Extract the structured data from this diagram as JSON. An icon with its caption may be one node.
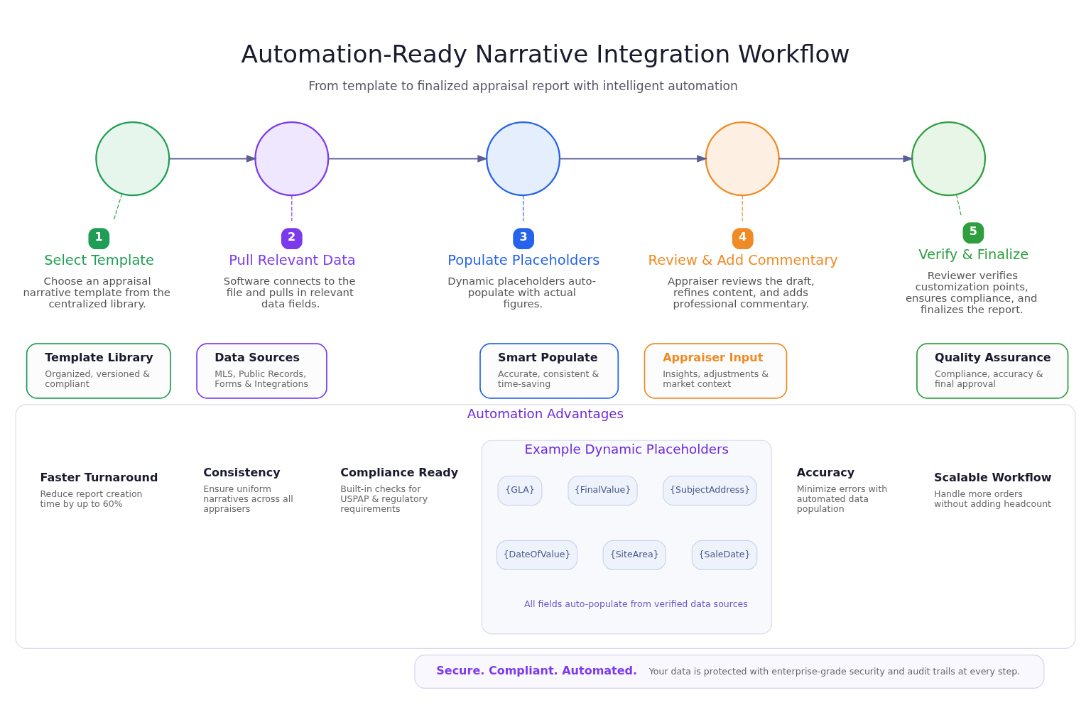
{
  "diagram": {
    "title": "Automation-Ready Narrative Integration Workflow",
    "nodes": [
      {
        "text": [],
        "shape": "circle"
      },
      {
        "text": [],
        "shape": "circle"
      },
      {
        "text": [],
        "shape": "circle"
      },
      {
        "text": [],
        "shape": "circle"
      },
      {
        "text": [],
        "shape": "circle"
      },
      {
        "text": [
          "1"
        ],
        "beside": [
          "Select Template",
          "Choose an appraisal narrative template from the centralized library."
        ]
      },
      {
        "text": [
          "2"
        ],
        "beside": [
          "Pull Relevant Data",
          "Software connects to the file and pulls in relevant data fields."
        ]
      },
      {
        "text": [
          "3"
        ],
        "beside": [
          "Populate Placeholders",
          "Dynamic placeholders auto-populate with actual figures."
        ]
      },
      {
        "text": [
          "4"
        ],
        "beside": [
          "Review & Add Commentary",
          "Appraiser reviews the draft, refines content, and adds professional commentary."
        ]
      },
      {
        "text": [
          "5"
        ],
        "beside": [
          "Verify & Finalize",
          "Reviewer verifies customization points, ensures compliance, and finalizes the report."
        ]
      },
      {
        "text": [
          "Template Library",
          "Organized, versioned & compliant"
        ]
      },
      {
        "text": [
          "Data Sources",
          "MLS, Public Records, Forms & Integrations"
        ]
      },
      {
        "text": [
          "Smart Populate",
          "Accurate, consistent & time-saving"
        ]
      },
      {
        "text": [
          "Appraiser Input",
          "Insights, adjustments & market context"
        ]
      },
      {
        "text": [
          "Quality Assurance",
          "Compliance, accuracy & final approval"
        ]
      },
      {
        "text": [
          "Automation Advantages"
        ]
      },
      {
        "text": [
          "Faster Turnaround",
          "Reduce report creation time by up to 60%"
        ],
        "in": 15
      },
      {
        "text": [
          "Consistency",
          "Ensure uniform narratives across all appraisers"
        ],
        "in": 15
      },
      {
        "text": [
          "Accuracy",
          "Minimize errors with automated data population"
        ],
        "in": 15
      },
      {
        "text": [
          "Compliance Ready",
          "Built-in checks for USPAP & regulatory requirements"
        ],
        "in": 15
      },
      {
        "text": [
          "Scalable Workflow",
          "Handle more orders without adding headcount"
        ],
        "in": 15
      },
      {
        "text": [
          "Example Dynamic Placeholders"
        ],
        "in": 15
      },
      {
        "text": [
          "{SubjectAddress}"
        ],
        "in": 21
      },
      {
        "text": [
          "{FinalValue}"
        ],
        "in": 21
      },
      {
        "text": [
          "{GLA}"
        ],
        "in": 21
      },
      {
        "text": [
          "{SaleDate}"
        ],
        "in": 21
      },
      {
        "text": [
          "{SiteArea}"
        ],
        "in": 21
      },
      {
        "text": [
          "{DateOfValue}"
        ],
        "in": 21
      },
      {
        "text": [
          "Secure. Compliant. Automated.",
          "Your data is protected with enterprise-grade security and audit trails at every step."
        ]
      }
    ],
    "edges": [
      {
        "from": 0,
        "to": 1,
        "arrow": "to"
      },
      {
        "from": 1,
        "to": 2,
        "arrow": "to"
      },
      {
        "from": 2,
        "to": 3,
        "arrow": "to"
      },
      {
        "from": 3,
        "to": 4,
        "arrow": "to"
      },
      {
        "from": 0,
        "to": 5,
        "arrow": "none",
        "style": "dashed",
        "color": "#1f9d55"
      },
      {
        "from": 1,
        "to": 6,
        "arrow": "none",
        "style": "dashed",
        "color": "#7c3aed"
      },
      {
        "from": 2,
        "to": 7,
        "arrow": "none",
        "style": "dashed",
        "color": "#2563eb"
      },
      {
        "from": 3,
        "to": 8,
        "arrow": "none",
        "style": "dashed",
        "color": "#f08a24"
      },
      {
        "from": 4,
        "to": 9,
        "arrow": "none",
        "style": "dashed",
        "color": "#2e9e3e"
      }
    ],
    "labels": [
      "From template to finalized appraisal report with intelligent automation",
      "All fields auto-populate from verified data sources"
    ]
  }
}
